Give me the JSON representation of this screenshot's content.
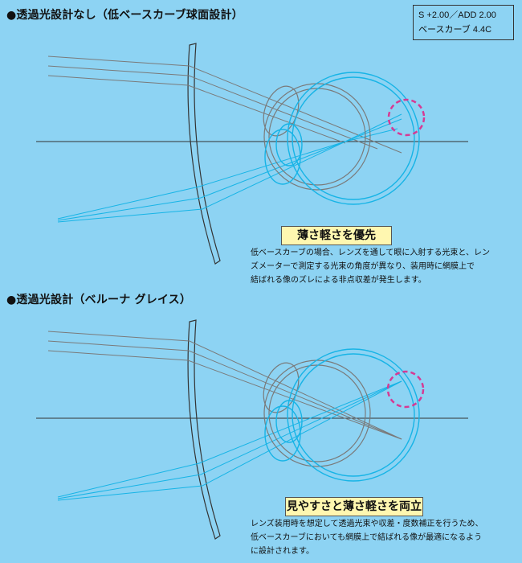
{
  "sections": [
    {
      "title": "●透過光設計なし（低ベースカーブ球面設計）",
      "callout": "薄さ軽さを優先",
      "description": [
        "低ベースカーブの場合、レンズを通して眼に入射する光束と、レン",
        "ズメーターで測定する光束の角度が異なり、装用時に網膜上で",
        "結ばれる像のズレによる非点収差が発生します。"
      ]
    },
    {
      "title": "●透過光設計（ベルーナ グレイス）",
      "callout": "見やすさと薄さ軽さを両立",
      "description": [
        "レンズ装用時を想定して透過光束や収差・度数補正を行うため、",
        "低ベースカーブにおいても網膜上で結ばれる像が最適になるよう",
        "に設計されます。"
      ]
    }
  ],
  "spec": {
    "line1": "S +2.00／ADD 2.00",
    "line2": "ベースカーブ 4.4C"
  },
  "colors": {
    "background": "#8dd3f3",
    "gray_rays": "#7a7a7a",
    "cyan_rays": "#17b4e6",
    "focus_circle": "#d63a94",
    "callout_fill": "#fff7b0"
  }
}
